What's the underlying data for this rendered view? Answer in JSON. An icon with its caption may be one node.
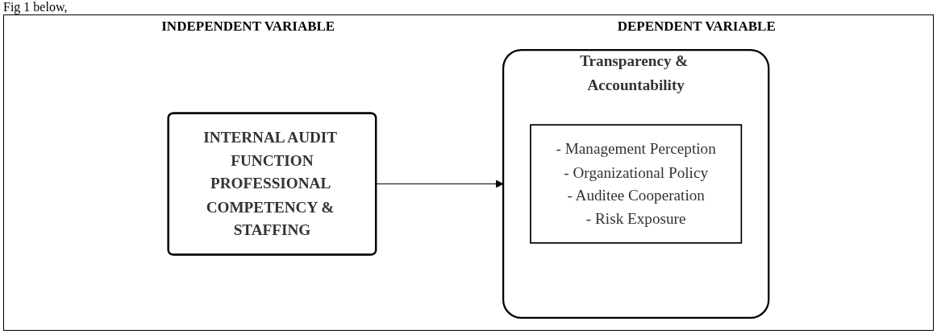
{
  "diagram": {
    "nodes": [
      {
        "text": [
          "INTERNAL AUDIT FUNCTION",
          "PROFESSIONAL COMPETENCY & STAFFING"
        ]
      },
      {
        "text": [
          "Transparency & Accountability"
        ]
      },
      {
        "text": [
          "- Management Perception",
          "- Organizational Policy",
          "- Auditee Cooperation",
          "- Risk Exposure"
        ],
        "in": 1
      }
    ],
    "edges": [
      {
        "from": 0,
        "to": 1,
        "arrow": "to"
      }
    ],
    "labels": [
      "Fig 1 below,",
      "INDEPENDENT VARIABLE",
      "DEPENDENT VARIABLE"
    ]
  }
}
